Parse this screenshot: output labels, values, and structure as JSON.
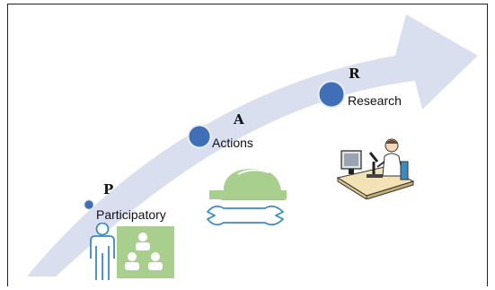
{
  "colors": {
    "arrow_fill": "#d9dfee",
    "circle_fill": "#3f6fb6",
    "circle_edge": "#e9eef8",
    "icon_green": "#a9cf8e",
    "icon_green_dark": "#6f9a57",
    "icon_stroke": "#3b8ac0"
  },
  "stages": [
    {
      "letter": "P",
      "label": "Participatory",
      "icon": "teacher-classroom-icon"
    },
    {
      "letter": "A",
      "label": "Actions",
      "icon": "hardhat-wrench-icon"
    },
    {
      "letter": "R",
      "label": "Research",
      "icon": "scientist-microscope-icon"
    }
  ]
}
